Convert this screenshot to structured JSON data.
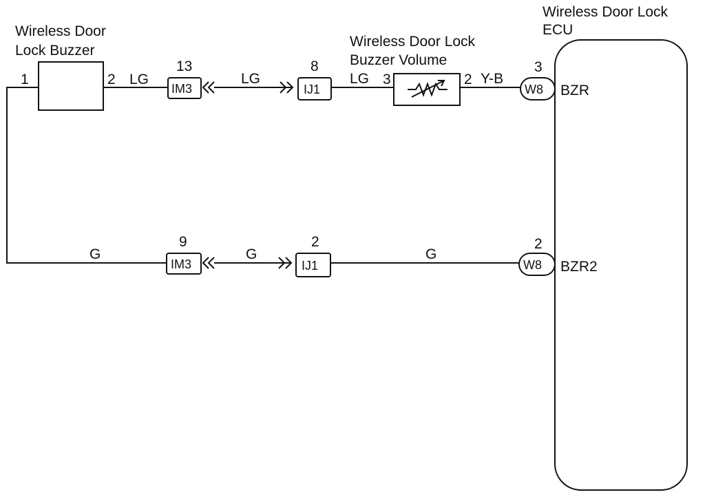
{
  "buzzer": {
    "title_line1": "Wireless Door",
    "title_line2": "Lock Buzzer",
    "pin1": "1",
    "pin2": "2"
  },
  "volume": {
    "title_line1": "Wireless Door Lock",
    "title_line2": "Buzzer Volume",
    "pin3": "3",
    "pin2": "2"
  },
  "ecu": {
    "title_line1": "Wireless Door Lock",
    "title_line2": "ECU",
    "terminal_bzr": "BZR",
    "terminal_bzr2": "BZR2"
  },
  "upper_circuit": {
    "wire_buzzer_to_im3": "LG",
    "im3": {
      "pin": "13",
      "label": "IM3"
    },
    "wire_im3_to_ij1": "LG",
    "ij1": {
      "pin": "8",
      "label": "IJ1"
    },
    "wire_ij1_to_volume": "LG",
    "wire_volume_to_w8": "Y-B",
    "w8": {
      "pin": "3",
      "label": "W8"
    }
  },
  "lower_circuit": {
    "wire_buzzer_to_im3": "G",
    "im3": {
      "pin": "9",
      "label": "IM3"
    },
    "wire_im3_to_ij1": "G",
    "ij1": {
      "pin": "2",
      "label": "IJ1"
    },
    "wire_ij1_to_w8": "G",
    "w8": {
      "pin": "2",
      "label": "W8"
    }
  }
}
